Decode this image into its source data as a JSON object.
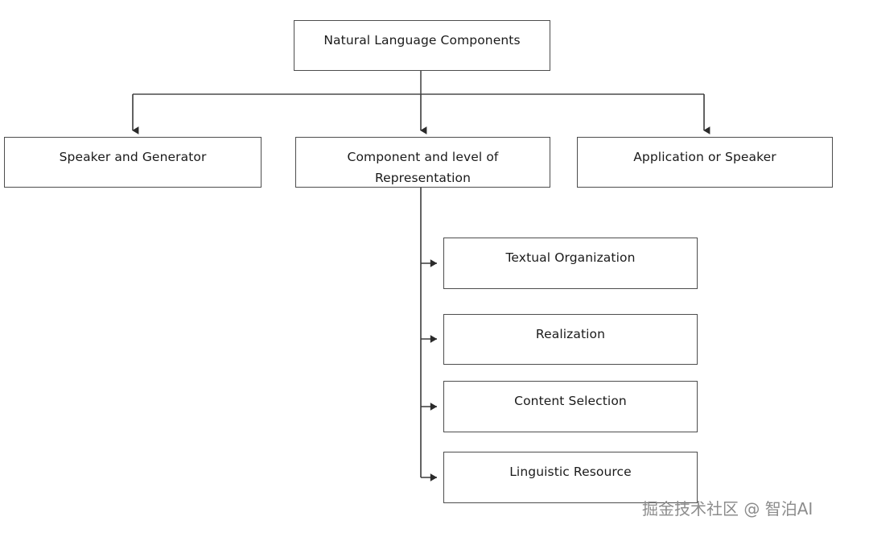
{
  "diagram": {
    "title": "Natural Language Components",
    "nodes": {
      "root": {
        "label": "Natural Language Components"
      },
      "speaker_generator": {
        "label": "Speaker and Generator"
      },
      "component_level": {
        "line1": "Component and level of",
        "line2": "Representation"
      },
      "application_speaker": {
        "label": "Application or Speaker"
      },
      "textual_organization": {
        "label": "Textual Organization"
      },
      "realization": {
        "label": "Realization"
      },
      "content_selection": {
        "label": "Content Selection"
      },
      "linguistic_resource": {
        "label": "Linguistic Resource"
      }
    },
    "edges": [
      {
        "from": "root",
        "to": "speaker_generator",
        "style": "elbow-arrow"
      },
      {
        "from": "root",
        "to": "component_level",
        "style": "straight-arrow"
      },
      {
        "from": "root",
        "to": "application_speaker",
        "style": "elbow-arrow"
      },
      {
        "from": "component_level",
        "to": "textual_organization",
        "style": "elbow-arrow"
      },
      {
        "from": "component_level",
        "to": "realization",
        "style": "elbow-arrow"
      },
      {
        "from": "component_level",
        "to": "content_selection",
        "style": "elbow-arrow"
      },
      {
        "from": "component_level",
        "to": "linguistic_resource",
        "style": "elbow-arrow"
      }
    ],
    "colors": {
      "background": "#ffffff",
      "box_border": "#4d4d4d",
      "connector": "#333333",
      "text": "#1a1a1a",
      "watermark": "#8c8c8c"
    }
  },
  "watermark": {
    "text": "掘金技术社区 @ 智泊AI"
  }
}
